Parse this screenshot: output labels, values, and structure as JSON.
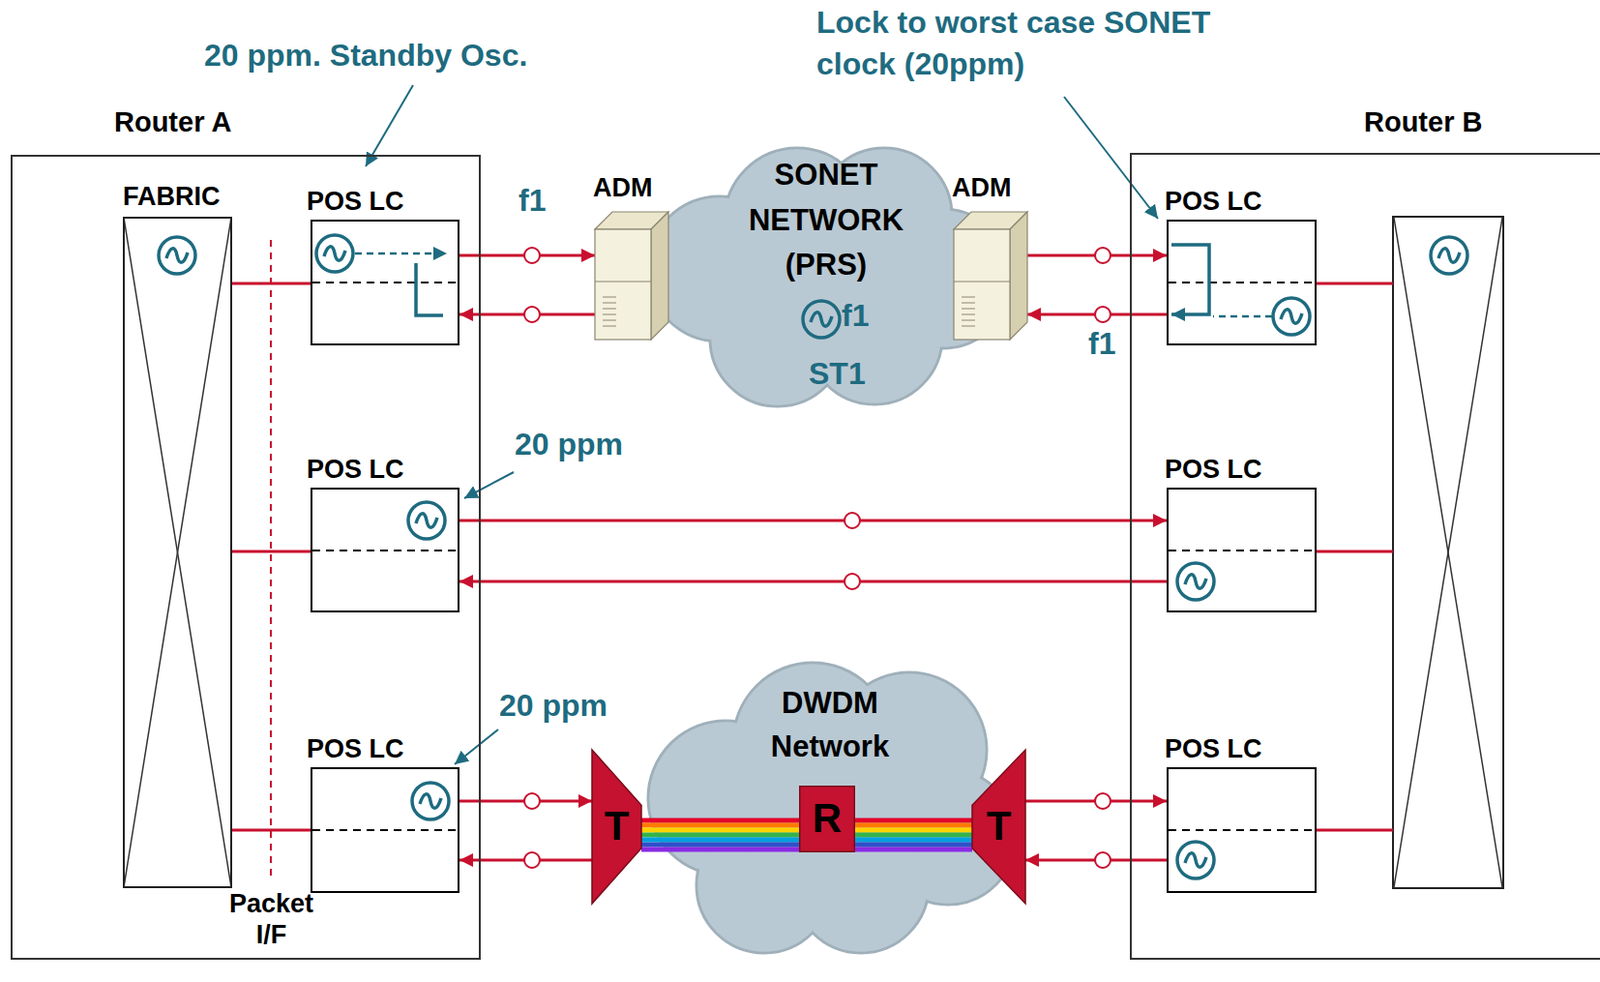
{
  "diagram": {
    "nodes": [
      {
        "text": [
          "Router A"
        ]
      },
      {
        "text": [
          "FABRIC"
        ],
        "in": 0
      },
      {
        "text": [
          "POS LC"
        ],
        "in": 0
      },
      {
        "text": [
          "POS LC"
        ],
        "in": 0
      },
      {
        "text": [
          "POS LC"
        ],
        "in": 0
      },
      {
        "text": [
          "ADM"
        ]
      },
      {
        "text": [
          "SONET NETWORK (PRS)",
          "f1",
          "ST1"
        ]
      },
      {
        "text": [
          "ADM"
        ]
      },
      {
        "text": [
          "Router B"
        ]
      },
      {
        "text": [
          "POS LC"
        ],
        "in": 8
      },
      {
        "text": [
          "POS LC"
        ],
        "in": 8
      },
      {
        "text": [
          "POS LC"
        ],
        "in": 8
      },
      {
        "text": [
          "DWDM Network"
        ]
      },
      {
        "text": [
          "T"
        ]
      },
      {
        "text": [
          "R"
        ]
      },
      {
        "text": [
          "T"
        ]
      }
    ],
    "edges": [
      {
        "from": 2,
        "to": 5,
        "arrow": "to"
      },
      {
        "from": 5,
        "to": 2,
        "arrow": "to"
      },
      {
        "from": 7,
        "to": 9,
        "arrow": "to"
      },
      {
        "from": 9,
        "to": 7,
        "arrow": "to"
      },
      {
        "from": 3,
        "to": 10,
        "arrow": "to"
      },
      {
        "from": 10,
        "to": 3,
        "arrow": "to"
      },
      {
        "from": 4,
        "to": 13,
        "arrow": "to"
      },
      {
        "from": 13,
        "to": 4,
        "arrow": "to"
      },
      {
        "from": 15,
        "to": 11,
        "arrow": "to"
      },
      {
        "from": 11,
        "to": 15,
        "arrow": "to"
      },
      {
        "from": 13,
        "to": 14,
        "arrow": "none"
      },
      {
        "from": 14,
        "to": 15,
        "arrow": "none"
      },
      {
        "from": 1,
        "to": 2,
        "arrow": "none"
      },
      {
        "from": 1,
        "to": 3,
        "arrow": "none"
      },
      {
        "from": 1,
        "to": 4,
        "arrow": "none"
      }
    ],
    "labels": [
      "20 ppm. Standby Osc.",
      "Lock to worst case SONET clock (20ppm)",
      "f1",
      "f1",
      "20 ppm",
      "20 ppm",
      "Packet I/F"
    ]
  }
}
